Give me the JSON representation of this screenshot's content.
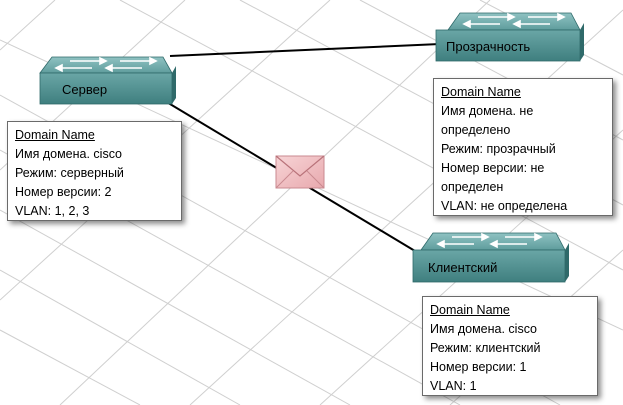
{
  "switches": {
    "server": {
      "label": "Сервер"
    },
    "transparent": {
      "label": "Прозрачность"
    },
    "client": {
      "label": "Клиентский"
    }
  },
  "info_boxes": {
    "server": {
      "title": "Domain Name",
      "lines": [
        "Имя домена. cisco",
        "Режим: серверный",
        "Номер версии: 2",
        "VLAN: 1, 2, 3"
      ]
    },
    "transparent": {
      "title": "Domain Name",
      "lines": [
        "Имя домена. не определено",
        "Режим: прозрачный",
        "Номер версии: не определен",
        "VLAN: не определена"
      ]
    },
    "client": {
      "title": "Domain Name",
      "lines": [
        "Имя домена. cisco",
        "Режим: клиентский",
        "Номер версии: 1",
        "VLAN: 1"
      ]
    }
  },
  "icons": {
    "message": "envelope-icon"
  },
  "colors": {
    "switch_top": "#6fa8a8",
    "switch_front": "#4d8c8c",
    "switch_side": "#2f6a6a",
    "envelope": "#f2c4c8",
    "grid": "#c8c8c8",
    "link": "#000000"
  }
}
